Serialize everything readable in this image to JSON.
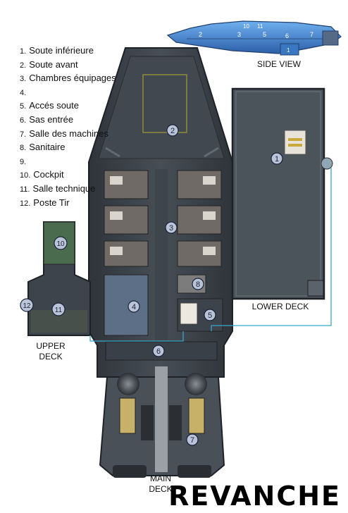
{
  "legend": [
    {
      "num": "1.",
      "text": "Soute inférieure"
    },
    {
      "num": "2.",
      "text": "Soute avant"
    },
    {
      "num": "3.",
      "text": "Chambres équipages"
    },
    {
      "num": "4.",
      "text": ""
    },
    {
      "num": "5.",
      "text": "Accés soute"
    },
    {
      "num": "6.",
      "text": "Sas entrée"
    },
    {
      "num": "7.",
      "text": "Salle des machines"
    },
    {
      "num": "8.",
      "text": "Sanitaire"
    },
    {
      "num": "9.",
      "text": ""
    },
    {
      "num": "10.",
      "text": "Cockpit"
    },
    {
      "num": "11.",
      "text": "Salle technique"
    },
    {
      "num": "12.",
      "text": "Poste Tir"
    }
  ],
  "labels": {
    "side_view": "SIDE VIEW",
    "lower_deck": "LOWER DECK",
    "upper_deck": "UPPER DECK",
    "main_deck": "MAIN DECK",
    "brand": "REVANCHE"
  },
  "markers": {
    "m1": "1",
    "m2": "2",
    "m3": "3",
    "m4": "4",
    "m5": "5",
    "m6": "6",
    "m7": "7",
    "m8": "8",
    "m10": "10",
    "m11": "11",
    "m12": "12"
  },
  "side_view_numbers": {
    "n1": "1",
    "n2": "2",
    "n3": "3",
    "n5": "5",
    "n6": "6",
    "n7": "7",
    "n10": "10",
    "n11": "11"
  },
  "colors": {
    "hull": "#3c4147",
    "floor": "#4b535b",
    "marker_fill": "#b9c4d8",
    "ship_blue": "#3f7fd0",
    "conduit": "#3aa6c9"
  }
}
